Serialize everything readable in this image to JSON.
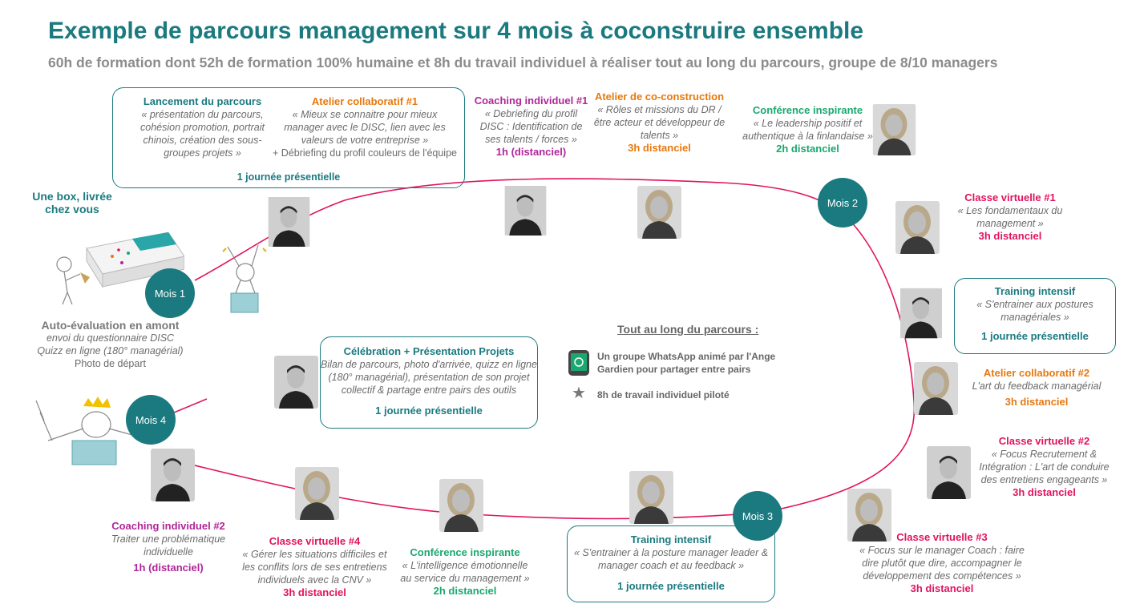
{
  "title": "Exemple de parcours management sur 4 mois à coconstruire ensemble",
  "subtitle": "60h de formation dont 52h de formation 100% humaine et 8h du travail individuel à réaliser tout au long du parcours, groupe de 8/10 managers",
  "colors": {
    "teal": "#1b7a80",
    "orange": "#e8780e",
    "magenta": "#b0269a",
    "pink": "#e0145e",
    "green": "#1aa870",
    "path": "#e0145e"
  },
  "milestones": {
    "m1": "Mois 1",
    "m2": "Mois 2",
    "m3": "Mois 3",
    "m4": "Mois 4"
  },
  "box_kit": {
    "title": "Une box, livrée",
    "title2": "chez vous"
  },
  "auto_eval": {
    "title": "Auto-évaluation en amont",
    "l1": "envoi du questionnaire DISC",
    "l2": "Quizz en ligne (180° managérial)",
    "l3": "Photo de départ"
  },
  "lancement": {
    "title": "Lancement du parcours",
    "l1": "« présentation du parcours,",
    "l2": "cohésion promotion, portrait",
    "l3": "chinois, création des sous-",
    "l4": "groupes projets »"
  },
  "atelier1": {
    "title": "Atelier collaboratif #1",
    "l1": "« Mieux se connaitre pour mieux",
    "l2": "manager avec le DISC, lien avec les",
    "l3": "valeurs de votre entreprise »",
    "l4": "+ Débriefing du profil couleurs de l'équipe"
  },
  "launch_footer": "1 journée présentielle",
  "coaching1": {
    "title": "Coaching individuel #1",
    "l1": "« Debriefing du profil",
    "l2": "DISC : Identification de",
    "l3": "ses talents / forces »",
    "footer": "1h (distanciel)"
  },
  "atelier_coconstruction": {
    "title": "Atelier de co-construction",
    "l1": "« Rôles et missions du DR /",
    "l2": "être acteur et développeur de",
    "l3": "talents »",
    "footer": "3h distanciel"
  },
  "conference1": {
    "title": "Conférence inspirante",
    "l1": "« Le leadership positif et",
    "l2": "authentique à la finlandaise »",
    "footer": "2h distanciel"
  },
  "classe1": {
    "title": "Classe virtuelle #1",
    "l1": "« Les fondamentaux du",
    "l2": "management »",
    "footer": "3h distanciel"
  },
  "training1": {
    "title": "Training intensif",
    "l1": "« S'entrainer aux postures",
    "l2": "managériales »",
    "footer": "1 journée présentielle"
  },
  "atelier2": {
    "title": "Atelier collaboratif #2",
    "l1": "L'art du feedback managérial",
    "footer": "3h distanciel"
  },
  "classe2": {
    "title": "Classe virtuelle #2",
    "l1": "« Focus Recrutement &",
    "l2": "Intégration : L'art de conduire",
    "l3": "des entretiens engageants »",
    "footer": "3h distanciel"
  },
  "classe3": {
    "title": "Classe virtuelle #3",
    "l1": "« Focus sur le manager Coach : faire",
    "l2": "dire plutôt que dire, accompagner le",
    "l3": "développement des compétences »",
    "footer": "3h distanciel"
  },
  "training2": {
    "title": "Training intensif",
    "l1": "« S'entrainer à la posture manager leader &",
    "l2": "manager coach et au feedback »",
    "footer": "1 journée présentielle"
  },
  "conference2": {
    "title": "Conférence inspirante",
    "l1": "« L'intelligence émotionnelle",
    "l2": "au service du management »",
    "footer": "2h distanciel"
  },
  "classe4": {
    "title": "Classe virtuelle #4",
    "l1": "« Gérer les situations difficiles et",
    "l2": "les conflits lors de ses entretiens",
    "l3": "individuels avec la CNV »",
    "footer": "3h distanciel"
  },
  "coaching2": {
    "title": "Coaching individuel #2",
    "l1": "Traiter une problématique",
    "l2": "individuelle",
    "footer": "1h (distanciel)"
  },
  "celebration": {
    "title": "Célébration + Présentation Projets",
    "l1": "Bilan de parcours, photo d'arrivée, quizz en ligne",
    "l2": "(180° managérial), présentation de son projet",
    "l3": "collectif & partage entre pairs des outils",
    "footer": "1  journée présentielle"
  },
  "legend": {
    "title": "Tout au long du parcours :",
    "whatsapp1": "Un groupe WhatsApp animé par l'Ange",
    "whatsapp2": "Gardien pour partager entre pairs",
    "work": "8h de travail individuel piloté",
    "icons": [
      "whatsapp-phone-icon",
      "star-icon"
    ]
  }
}
